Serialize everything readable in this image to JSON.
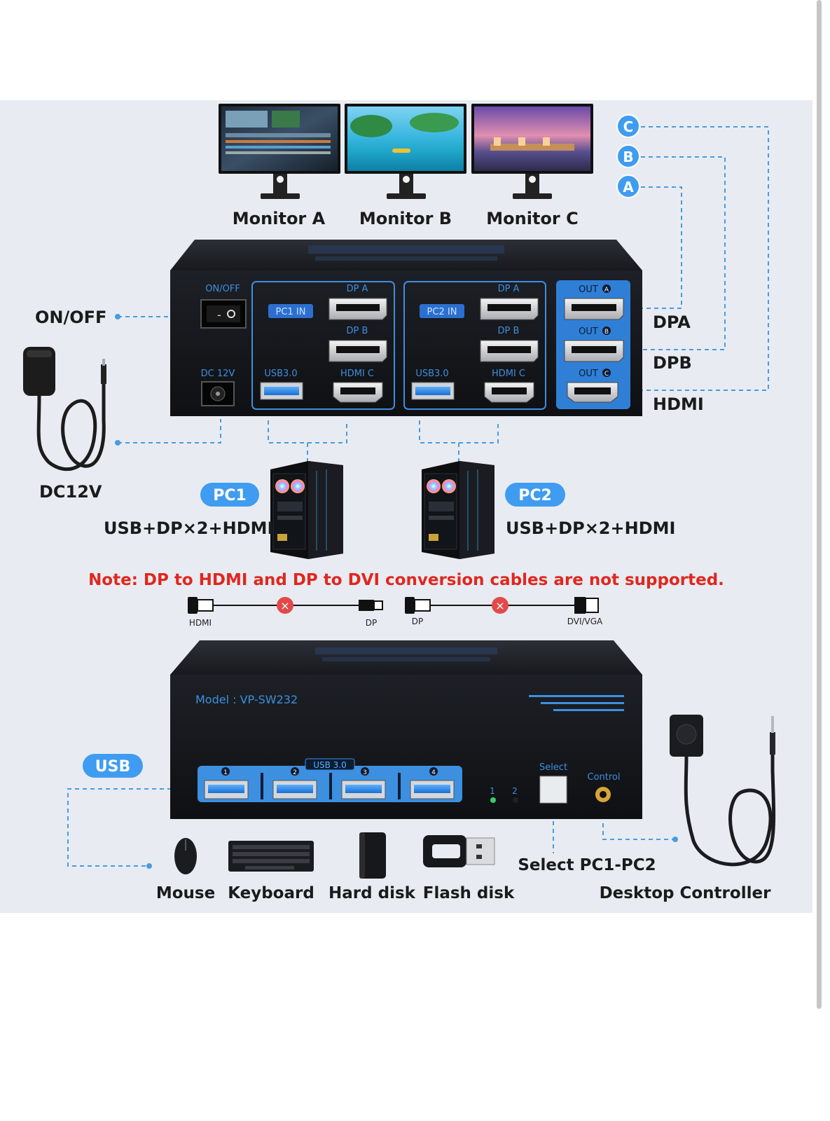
{
  "monitors": {
    "a_label": "Monitor A",
    "b_label": "Monitor B",
    "c_label": "Monitor C"
  },
  "route_letters": {
    "c": "C",
    "b": "B",
    "a": "A"
  },
  "kvm_back": {
    "onoff_panel": "ON/OFF",
    "dc_panel": "DC 12V",
    "pc1_tag": "PC1 IN",
    "pc2_tag": "PC2 IN",
    "dp_a": "DP A",
    "dp_b": "DP B",
    "usb30": "USB3.0",
    "hdmi_c": "HDMI C",
    "out_a": "OUT",
    "out_a_letter": "A",
    "out_b": "OUT",
    "out_b_letter": "B",
    "out_c": "OUT",
    "out_c_letter": "C"
  },
  "side_labels": {
    "onoff": "ON/OFF",
    "dc12v": "DC12V",
    "dpa": "DPA",
    "dpb": "DPB",
    "hdmi": "HDMI"
  },
  "pcs": {
    "pc1_badge": "PC1",
    "pc2_badge": "PC2",
    "pc1_desc": "USB+DP×2+HDMI",
    "pc2_desc": "USB+DP×2+HDMI"
  },
  "note": {
    "text": "Note: DP to HDMI and DP to DVI conversion cables are not supported.",
    "color": "#e0271f",
    "cable1_left": "HDMI",
    "cable1_right": "DP",
    "cable2_left": "DP",
    "cable2_right": "DVI/VGA"
  },
  "kvm_front": {
    "model": "Model : VP-SW232",
    "usb30": "USB 3.0",
    "port1": "1",
    "port2": "2",
    "port3": "3",
    "port4": "4",
    "led1": "1",
    "led2": "2",
    "select": "Select",
    "control": "Control"
  },
  "usb_badge": "USB",
  "devices": {
    "mouse": "Mouse",
    "keyboard": "Keyboard",
    "hard_disk": "Hard disk",
    "flash_disk": "Flash disk",
    "select_pc": "Select PC1-PC2",
    "desktop_controller": "Desktop Controller"
  },
  "colors": {
    "accent": "#3d8fe0",
    "badge": "#3f9cf0",
    "panel_bg": "#e8ecf2",
    "device_body": "#15171c",
    "dashed": "#4a9be0"
  }
}
